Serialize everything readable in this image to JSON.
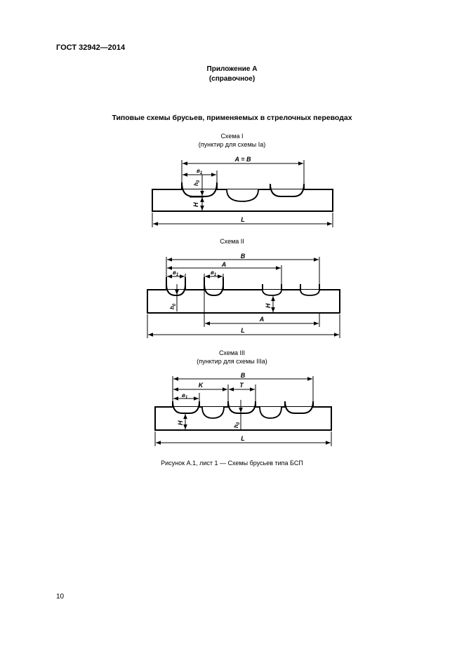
{
  "header": {
    "doc_code": "ГОСТ 32942—2014"
  },
  "appendix": {
    "title": "Приложение А",
    "subtitle": "(справочное)"
  },
  "section_title": "Типовые схемы брусьев, применяемых в стрелочных переводах",
  "schema1": {
    "title": "Схема I",
    "subtitle": "(пунктир для схемы Iа)",
    "labels": {
      "ab": "A = B",
      "b1": "в",
      "b1_sub": "1",
      "h0": "h",
      "h0_sub": "0",
      "H": "H",
      "L": "L"
    }
  },
  "schema2": {
    "title": "Схема II",
    "labels": {
      "B": "B",
      "A_top": "A",
      "b1a": "в",
      "b1a_sub": "1",
      "b1b": "в",
      "b1b_sub": "1",
      "h0": "h",
      "h0_sub": "0",
      "H": "H",
      "A_bottom": "A",
      "L": "L"
    }
  },
  "schema3": {
    "title": "Схема III",
    "subtitle": "(пунктир для схемы IIIа)",
    "labels": {
      "B": "B",
      "K": "K",
      "T": "T",
      "b1": "в",
      "b1_sub": "1",
      "H": "H",
      "h0": "h",
      "h0_sub": "0",
      "L": "L"
    }
  },
  "figure_caption": "Рисунок А.1, лист 1 — Схемы брусьев типа БСП",
  "page_number": "10"
}
